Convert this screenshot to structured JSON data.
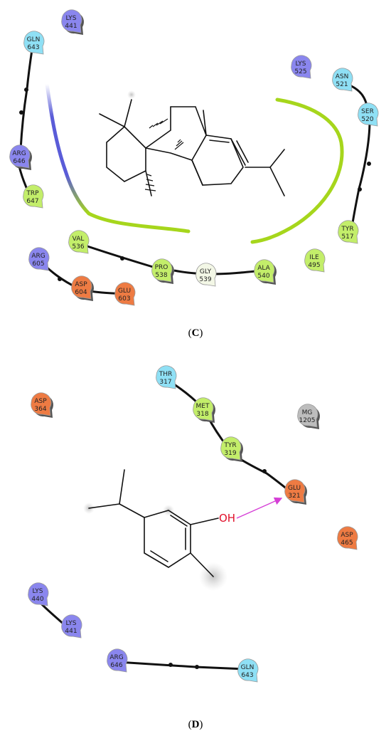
{
  "panels": [
    {
      "label_open": "(",
      "label_letter": "C",
      "label_close": ")",
      "residues": [
        {
          "name": "LYS",
          "num": "441",
          "type": "positive"
        },
        {
          "name": "GLN",
          "num": "643",
          "type": "polar"
        },
        {
          "name": "ARG",
          "num": "646",
          "type": "positive"
        },
        {
          "name": "TRP",
          "num": "647",
          "type": "hydrophobic"
        },
        {
          "name": "LYS",
          "num": "525",
          "type": "positive"
        },
        {
          "name": "ASN",
          "num": "521",
          "type": "polar"
        },
        {
          "name": "SER",
          "num": "520",
          "type": "polar"
        },
        {
          "name": "TYR",
          "num": "517",
          "type": "hydrophobic"
        },
        {
          "name": "VAL",
          "num": "536",
          "type": "hydrophobic"
        },
        {
          "name": "ARG",
          "num": "605",
          "type": "positive"
        },
        {
          "name": "ASP",
          "num": "604",
          "type": "negative"
        },
        {
          "name": "GLU",
          "num": "603",
          "type": "negative"
        },
        {
          "name": "PRO",
          "num": "538",
          "type": "hydrophobic"
        },
        {
          "name": "GLY",
          "num": "539",
          "type": "glycine"
        },
        {
          "name": "ALA",
          "num": "540",
          "type": "hydrophobic"
        },
        {
          "name": "ILE",
          "num": "495",
          "type": "hydrophobic"
        }
      ]
    },
    {
      "label_open": "(",
      "label_letter": "D",
      "label_close": ")",
      "ligand_label": "OH",
      "residues": [
        {
          "name": "THR",
          "num": "317",
          "type": "polar"
        },
        {
          "name": "ASP",
          "num": "364",
          "type": "negative"
        },
        {
          "name": "MET",
          "num": "318",
          "type": "hydrophobic"
        },
        {
          "name": "MG",
          "num": "1205",
          "type": "metal"
        },
        {
          "name": "TYR",
          "num": "319",
          "type": "hydrophobic"
        },
        {
          "name": "GLU",
          "num": "321",
          "type": "negative"
        },
        {
          "name": "ASP",
          "num": "465",
          "type": "negative"
        },
        {
          "name": "LYS",
          "num": "440",
          "type": "positive"
        },
        {
          "name": "LYS",
          "num": "441",
          "type": "positive"
        },
        {
          "name": "ARG",
          "num": "646",
          "type": "positive"
        },
        {
          "name": "GLN",
          "num": "643",
          "type": "polar"
        }
      ]
    }
  ],
  "colors": {
    "positive": "#8a86ee",
    "polar": "#8fe0f5",
    "hydrophobic": "#c3ee6a",
    "negative": "#ee7b43",
    "glycine": "#f3f7e6",
    "metal": "#bdbdbd",
    "pocket_green": "#a6d61c",
    "pocket_blue": "#5a5cd8",
    "hbond": "#d53fd6",
    "oh": "#e0102a"
  }
}
